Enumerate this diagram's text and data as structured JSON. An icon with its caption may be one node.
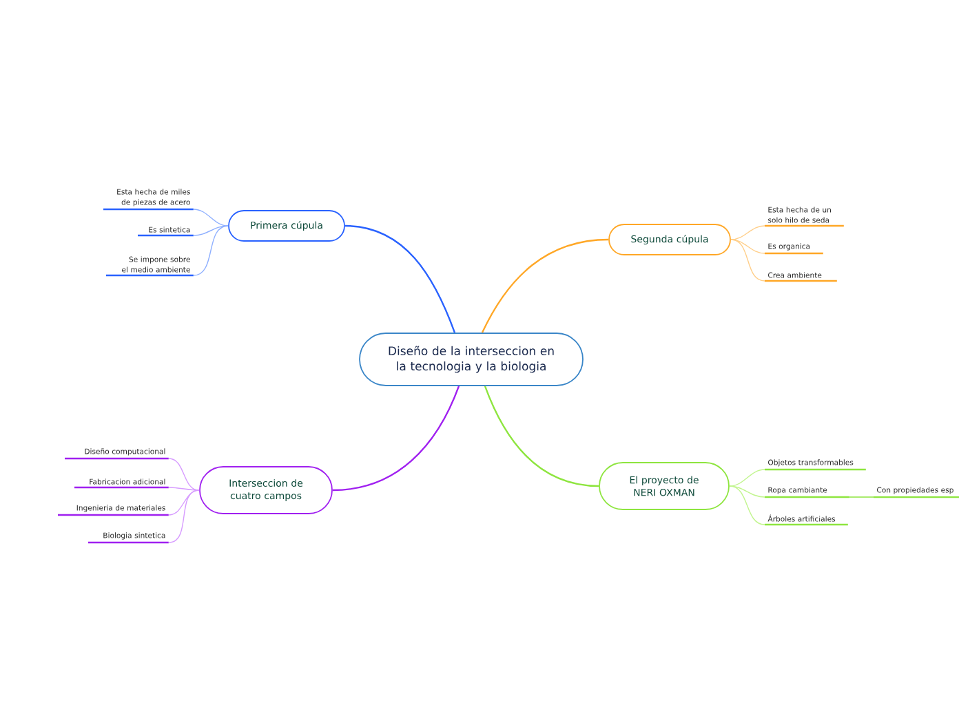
{
  "diagram": {
    "nodes": [
      {
        "text": [
          "Diseño de la interseccion en la tecnologia y la biologia"
        ]
      },
      {
        "text": [
          "Primera cúpula"
        ]
      },
      {
        "text": [
          "Esta hecha de miles de piezas de acero"
        ]
      },
      {
        "text": [
          "Es sintetica"
        ]
      },
      {
        "text": [
          "Se impone sobre el medio ambiente"
        ]
      },
      {
        "text": [
          "Segunda cúpula"
        ]
      },
      {
        "text": [
          "Esta hecha de un solo hilo de seda"
        ]
      },
      {
        "text": [
          "Es organica"
        ]
      },
      {
        "text": [
          "Crea ambiente"
        ]
      },
      {
        "text": [
          "Interseccion de cuatro campos"
        ]
      },
      {
        "text": [
          "Diseño computacional"
        ]
      },
      {
        "text": [
          "Fabricacion adicional"
        ]
      },
      {
        "text": [
          "Ingenieria de materiales"
        ]
      },
      {
        "text": [
          "Biologia sintetica"
        ]
      },
      {
        "text": [
          "El proyecto de NERI OXMAN"
        ]
      },
      {
        "text": [
          "Objetos transformables"
        ]
      },
      {
        "text": [
          "Ropa cambiante"
        ]
      },
      {
        "text": [
          "Árboles artificiales"
        ]
      },
      {
        "text": [
          "Con propiedades esp"
        ]
      }
    ],
    "edges": [
      {
        "from": 0,
        "to": 1,
        "arrow": "none",
        "color": "#2962ff"
      },
      {
        "from": 1,
        "to": 2,
        "arrow": "none",
        "color": "#8fb0ff"
      },
      {
        "from": 1,
        "to": 3,
        "arrow": "none",
        "color": "#8fb0ff"
      },
      {
        "from": 1,
        "to": 4,
        "arrow": "none",
        "color": "#8fb0ff"
      },
      {
        "from": 0,
        "to": 5,
        "arrow": "none",
        "color": "#ffa726"
      },
      {
        "from": 5,
        "to": 6,
        "arrow": "none",
        "color": "#ffcf8a"
      },
      {
        "from": 5,
        "to": 7,
        "arrow": "none",
        "color": "#ffcf8a"
      },
      {
        "from": 5,
        "to": 8,
        "arrow": "none",
        "color": "#ffcf8a"
      },
      {
        "from": 0,
        "to": 9,
        "arrow": "none",
        "color": "#a020f0"
      },
      {
        "from": 9,
        "to": 10,
        "arrow": "none",
        "color": "#d79cff"
      },
      {
        "from": 9,
        "to": 11,
        "arrow": "none",
        "color": "#d79cff"
      },
      {
        "from": 9,
        "to": 12,
        "arrow": "none",
        "color": "#d79cff"
      },
      {
        "from": 9,
        "to": 13,
        "arrow": "none",
        "color": "#d79cff"
      },
      {
        "from": 0,
        "to": 14,
        "arrow": "none",
        "color": "#8ee53f"
      },
      {
        "from": 14,
        "to": 15,
        "arrow": "none",
        "color": "#c2f58f"
      },
      {
        "from": 14,
        "to": 16,
        "arrow": "none",
        "color": "#c2f58f"
      },
      {
        "from": 14,
        "to": 17,
        "arrow": "none",
        "color": "#c2f58f"
      },
      {
        "from": 16,
        "to": 18,
        "arrow": "none",
        "color": "#8ee53f"
      }
    ]
  }
}
